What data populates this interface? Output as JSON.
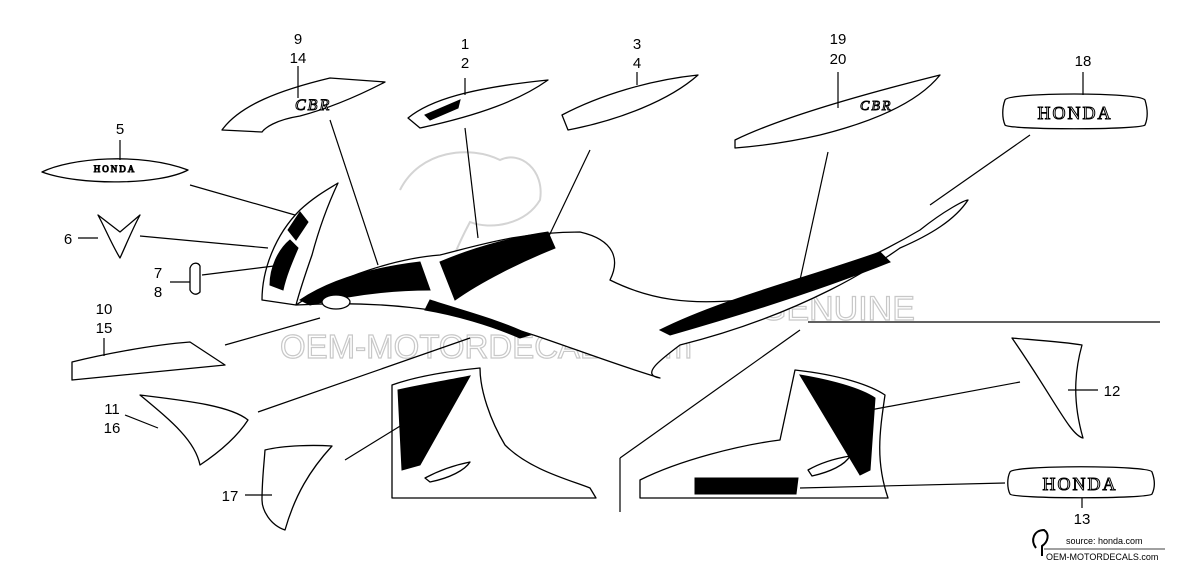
{
  "callouts": [
    {
      "id": "c1",
      "text": "1"
    },
    {
      "id": "c2",
      "text": "2"
    },
    {
      "id": "c3",
      "text": "3"
    },
    {
      "id": "c4",
      "text": "4"
    },
    {
      "id": "c5",
      "text": "5"
    },
    {
      "id": "c6",
      "text": "6"
    },
    {
      "id": "c7",
      "text": "7"
    },
    {
      "id": "c8",
      "text": "8"
    },
    {
      "id": "c9",
      "text": "9"
    },
    {
      "id": "c14",
      "text": "14"
    },
    {
      "id": "c10",
      "text": "10"
    },
    {
      "id": "c15",
      "text": "15"
    },
    {
      "id": "c11",
      "text": "11"
    },
    {
      "id": "c16",
      "text": "16"
    },
    {
      "id": "c12",
      "text": "12"
    },
    {
      "id": "c13",
      "text": "13"
    },
    {
      "id": "c17",
      "text": "17"
    },
    {
      "id": "c18",
      "text": "18"
    },
    {
      "id": "c19",
      "text": "19"
    },
    {
      "id": "c20",
      "text": "20"
    }
  ],
  "brand_text": "HONDA",
  "watermark": {
    "line1": "GENUINE",
    "line2": "OEM-MOTORDECALS.com"
  },
  "source": {
    "line1": "source: honda.com",
    "line2": "OEM-MOTORDECALS.com"
  }
}
